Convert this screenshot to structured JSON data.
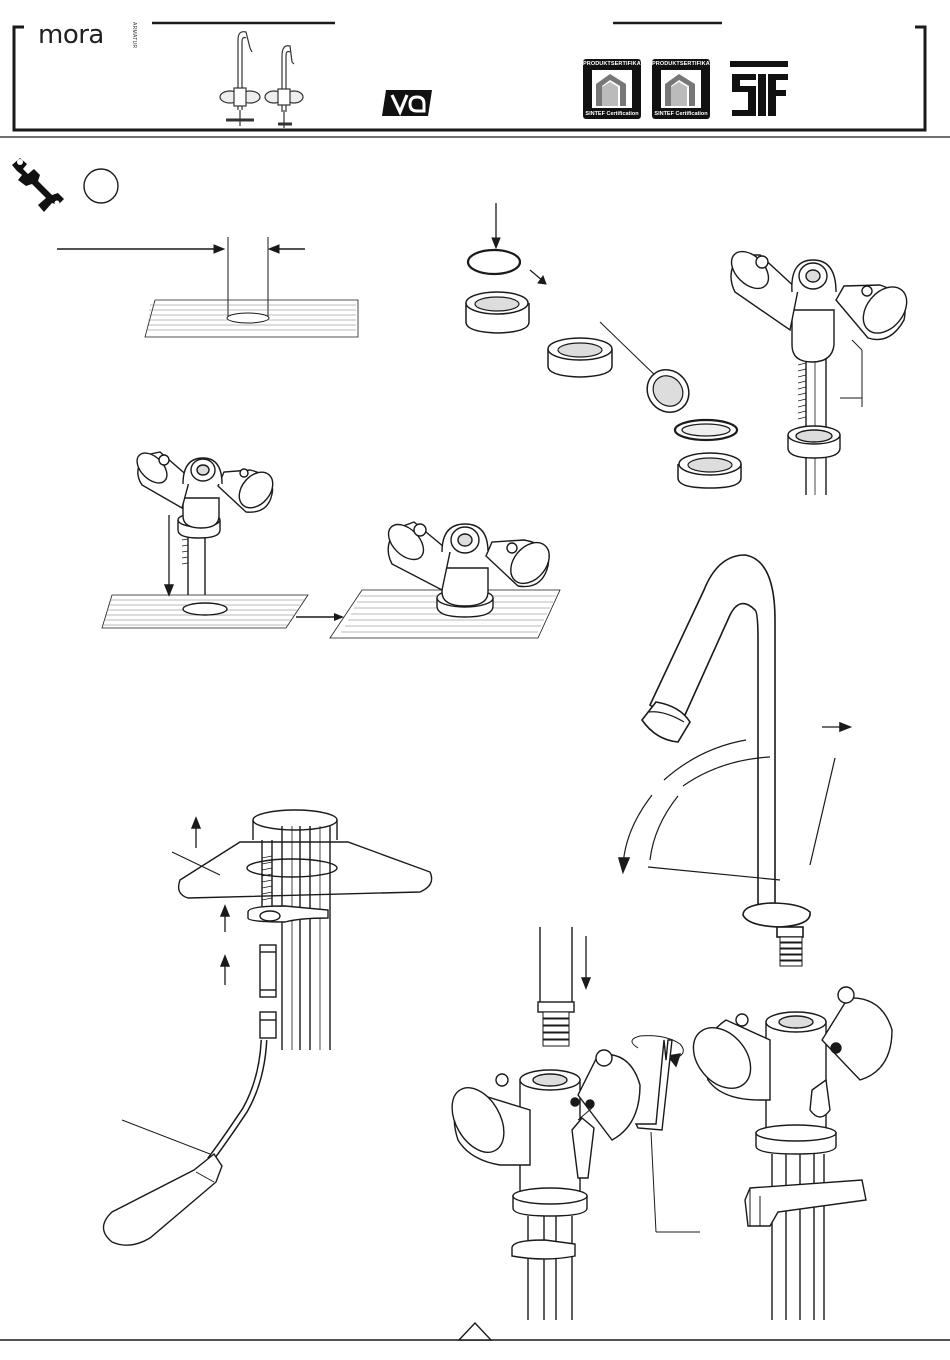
{
  "header": {
    "brand_name": "mora",
    "brand_sub": "ARMATUR",
    "approval_mark": "VA",
    "certificates": [
      {
        "title": "PRODUKTSERTIFIKAT",
        "issuer": "SINTEF Certification"
      },
      {
        "title": "PRODUKTSERTIFIKAT",
        "issuer": "SINTEF Certification"
      }
    ],
    "stf_logo": "STF"
  },
  "icons": {
    "tool": "wrench-icon",
    "step_marker": "circle-icon"
  },
  "colors": {
    "ink": "#1a1a1a",
    "paper": "#ffffff",
    "shade": "#bdbdbd"
  }
}
